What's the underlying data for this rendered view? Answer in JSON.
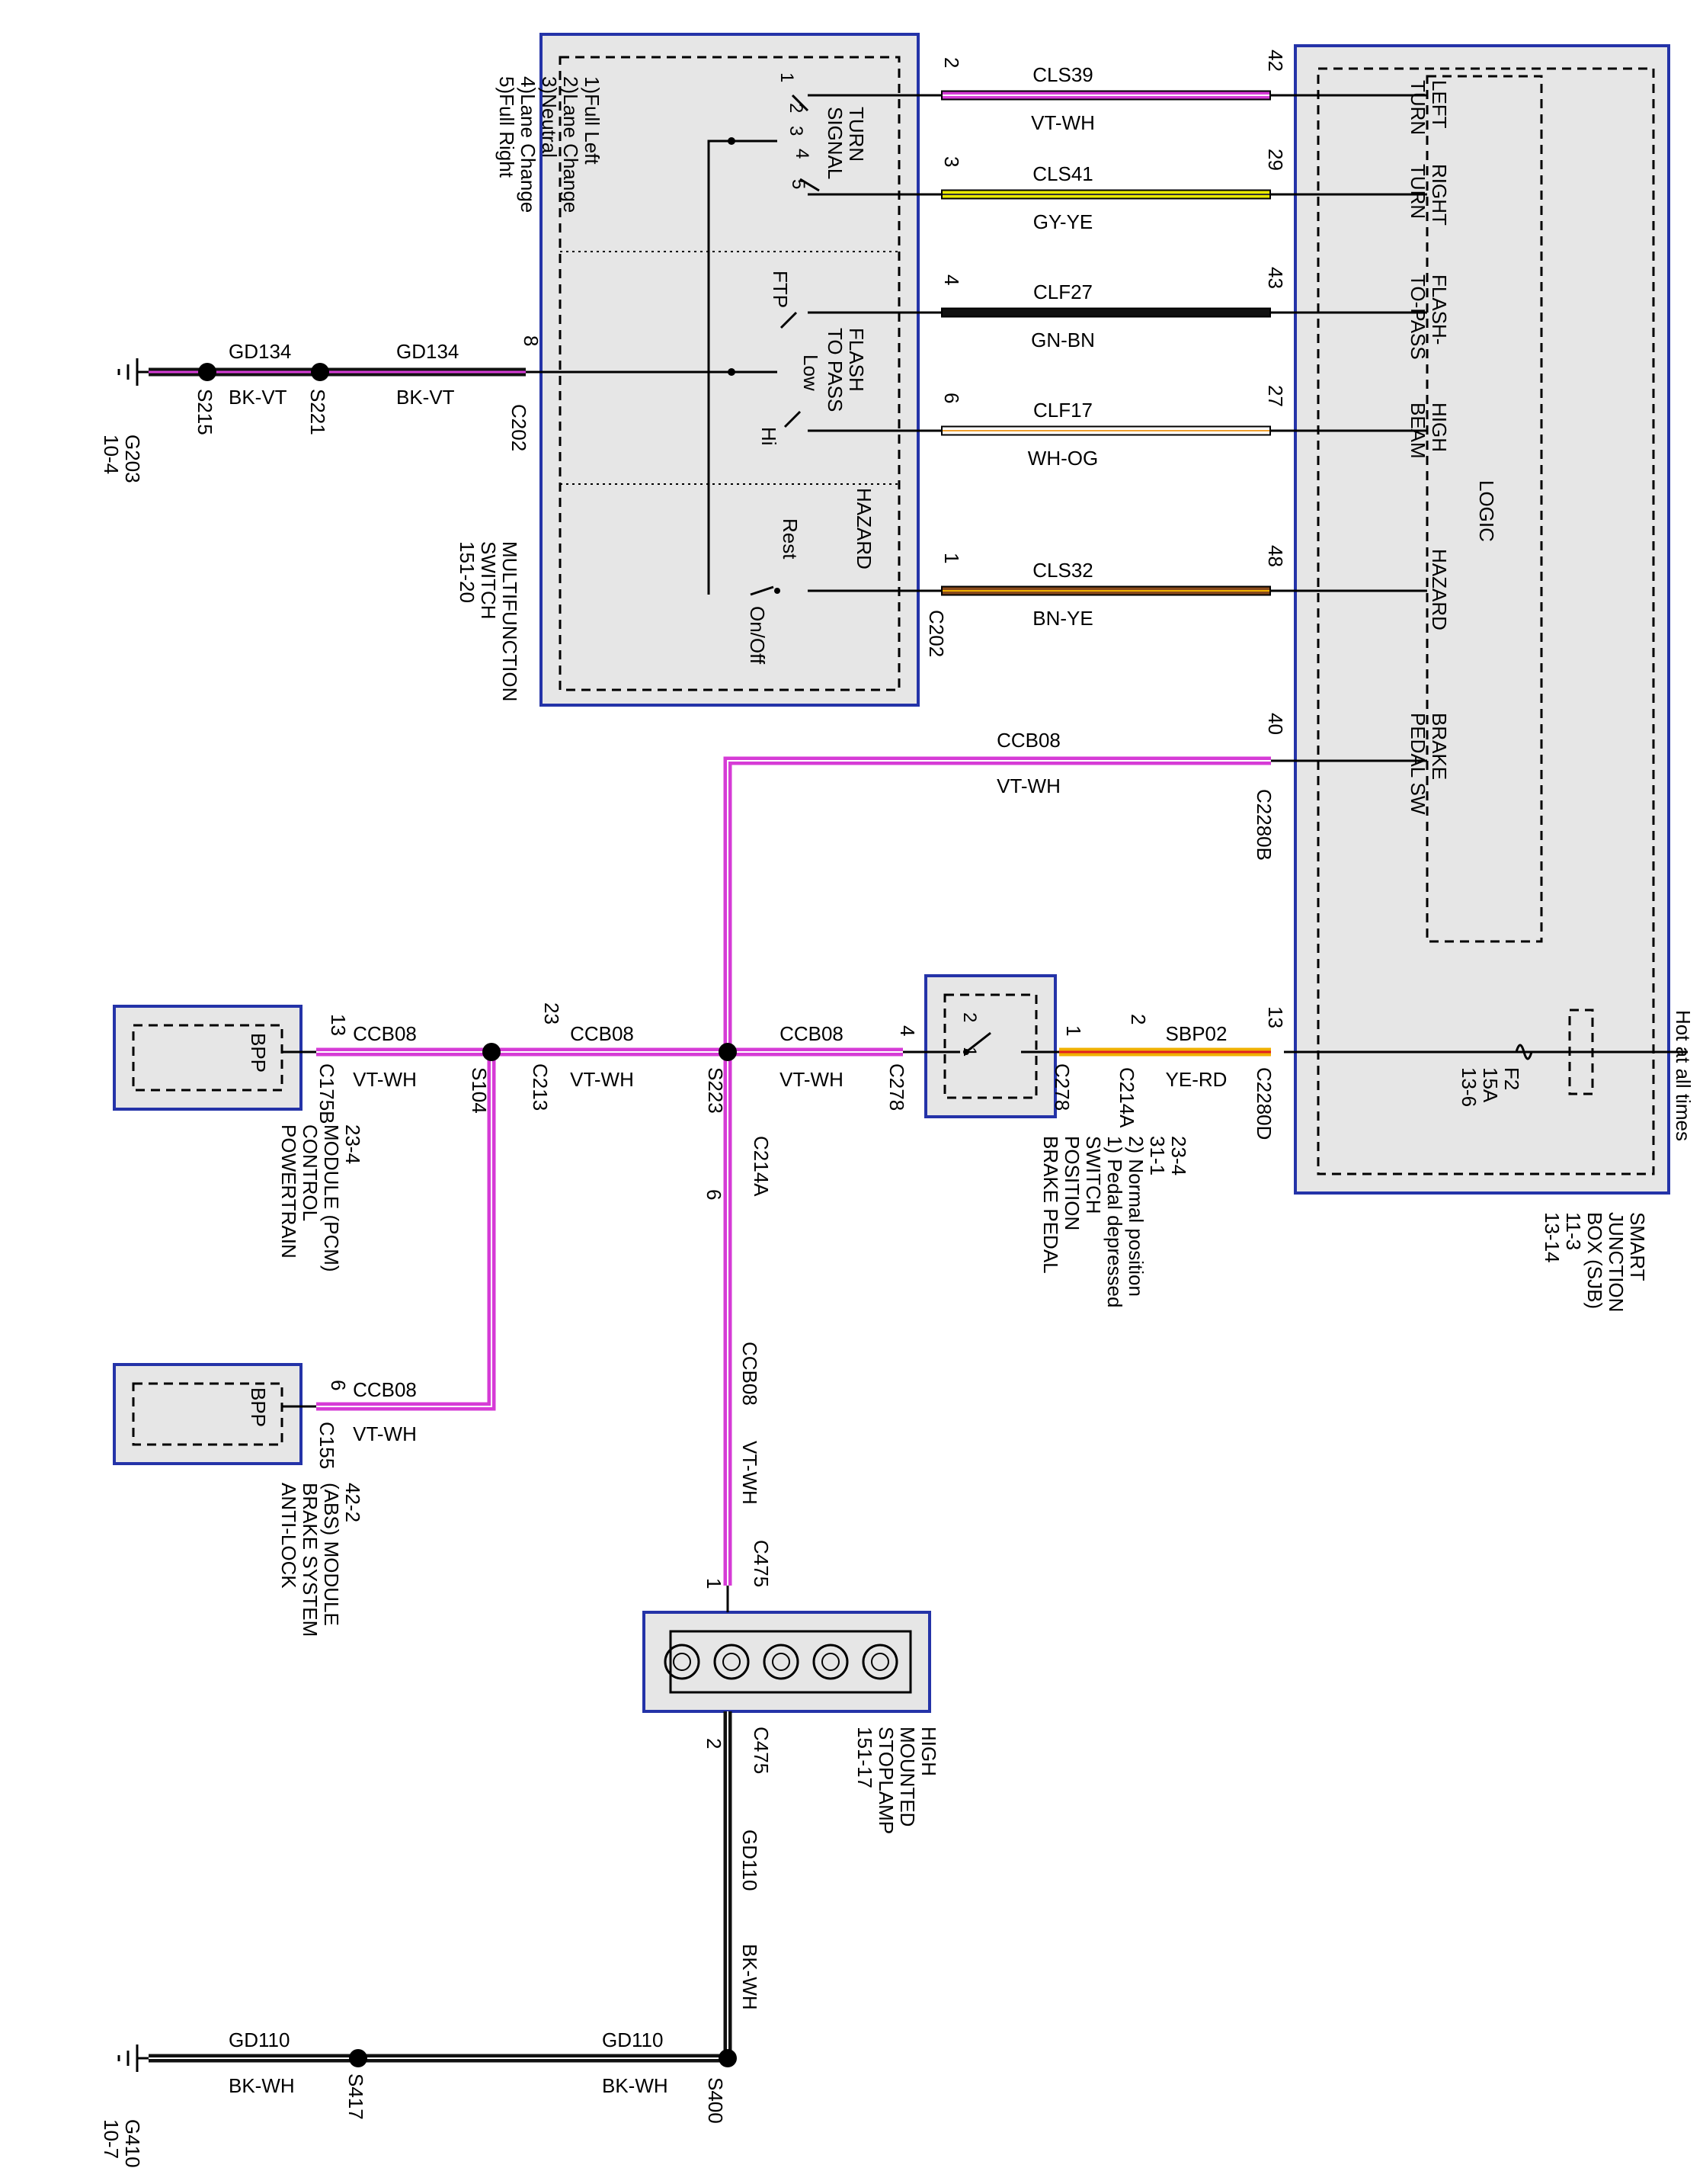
{
  "colors": {
    "vt_wh": "#d63bd6",
    "gy_ye": "#e8e800",
    "bk": "#111111",
    "wh_og": "#f0a030",
    "bn_ye": "#8a4a1a",
    "ye_rd": "#f0b000",
    "box_border": "#2433a8",
    "box_fill": "#e6e6e6"
  },
  "multifunction_switch": {
    "name_lines": [
      "MULTIFUNCTION",
      "SWITCH",
      "151-20"
    ],
    "positions": [
      "1)Full Left",
      "2)Lane Change",
      "3)Neutral",
      "4)Lane Change",
      "5)Full Right"
    ],
    "turn_signal": [
      "TURN",
      "SIGNAL"
    ],
    "flash_to_pass": [
      "FLASH",
      "TO PASS"
    ],
    "hazard": "HAZARD",
    "ftp": "FTP",
    "low": "Low",
    "hi": "Hi",
    "rest": "Rest",
    "onoff": "On/Off",
    "connector": "C202",
    "pin_gnd": "8",
    "turn_pins": [
      "1",
      "2",
      "3",
      "4",
      "5"
    ]
  },
  "sjb": {
    "name_lines": [
      "SMART",
      "JUNCTION",
      "BOX (SJB)",
      "11-3",
      "13-14"
    ],
    "logic": "LOGIC",
    "hot": "Hot at all times",
    "fuse": [
      "F2",
      "15A",
      "13-6"
    ],
    "labels": [
      [
        "LEFT",
        "TURN"
      ],
      [
        "RIGHT",
        "TURN"
      ],
      [
        "FLASH-",
        "TO-PASS"
      ],
      [
        "HIGH",
        "BEAM"
      ],
      [
        "HAZARD"
      ],
      [
        "BRAKE",
        "PEDAL SW"
      ]
    ]
  },
  "wires": [
    {
      "circuit": "CLS39",
      "color": "VT-WH",
      "pin_left": "2",
      "pin_right": "42"
    },
    {
      "circuit": "CLS41",
      "color": "GY-YE",
      "pin_left": "3",
      "pin_right": "29"
    },
    {
      "circuit": "CLF27",
      "color": "GN-BN",
      "pin_left": "4",
      "pin_right": "43"
    },
    {
      "circuit": "CLF17",
      "color": "WH-OG",
      "pin_left": "6",
      "pin_right": "27"
    },
    {
      "circuit": "CLS32",
      "color": "BN-YE",
      "pin_left": "1",
      "pin_right": "48"
    }
  ],
  "ccb_top": {
    "circuit": "CCB08",
    "color": "VT-WH",
    "pin": "40",
    "connector": "C2280B"
  },
  "ground_top": {
    "circuit1": "GD134",
    "color1": "BK-VT",
    "circuit2": "GD134",
    "color2": "BK-VT",
    "splice1": "S215",
    "splice2": "S221",
    "ground": [
      "G203",
      "10-4"
    ]
  },
  "brake_row": {
    "pcm_pin": "13",
    "pcm_conn": "C175B",
    "w1": {
      "circuit": "CCB08",
      "color": "VT-WH"
    },
    "s104": "S104",
    "c213_pin": "23",
    "c213": "C213",
    "w2": {
      "circuit": "CCB08",
      "color": "VT-WH"
    },
    "s223": "S223",
    "w3": {
      "circuit": "CCB08",
      "color": "VT-WH"
    },
    "c278_pin4": "4",
    "c278": "C278",
    "c278_pin1": "1",
    "c214a_pin2": "2",
    "c214a": "C214A",
    "sbp": {
      "circuit": "SBP02",
      "color": "YE-RD"
    },
    "sjb_pin": "13",
    "sjb_conn": "C2280D"
  },
  "bpp_switch": {
    "name_lines": [
      "BRAKE PEDAL",
      "POSITION",
      "SWITCH",
      "1) Pedal depressed",
      "2) Normal position",
      "31-1",
      "23-4"
    ],
    "pins": [
      "2",
      "1"
    ]
  },
  "pcm": {
    "bpp": "BPP",
    "name_lines": [
      "POWERTRAIN",
      "CONTROL",
      "MODULE (PCM)",
      "23-4"
    ]
  },
  "abs": {
    "bpp": "BPP",
    "pin": "6",
    "conn": "C155",
    "circuit": "CCB08",
    "color": "VT-WH",
    "name_lines": [
      "ANTI-LOCK",
      "BRAKE SYSTEM",
      "(ABS) MODULE",
      "42-2"
    ]
  },
  "vertical": {
    "c214a_pin": "6",
    "c214a": "C214A",
    "circuit": "CCB08",
    "color": "VT-WH",
    "c475_pin1": "1",
    "c475": "C475"
  },
  "stoplamp": {
    "name_lines": [
      "HIGH",
      "MOUNTED",
      "STOPLAMP",
      "151-17"
    ],
    "c475_pin2": "2",
    "c475": "C475"
  },
  "ground_bottom": {
    "circuit_v": "GD110",
    "color_v": "BK-WH",
    "splice1": "S400",
    "splice2": "S417",
    "circuit1": "GD110",
    "color1": "BK-WH",
    "circuit2": "GD110",
    "color2": "BK-WH",
    "ground": [
      "G410",
      "10-7"
    ]
  }
}
